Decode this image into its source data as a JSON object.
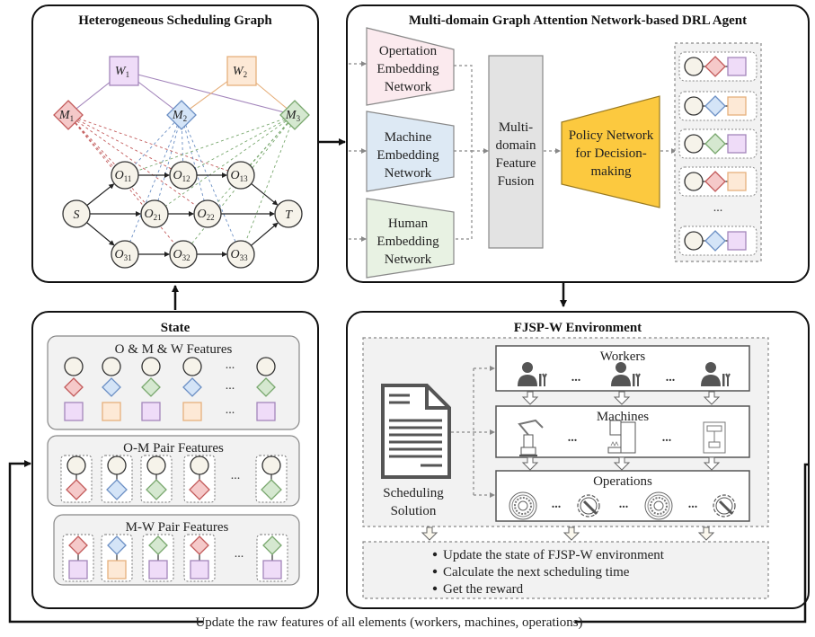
{
  "colors": {
    "operation_node_fill": "#f6f3ea",
    "machine1_fill": "#f5c9c9",
    "machine1_stroke": "#c25a5a",
    "machine2_fill": "#d4e4f7",
    "machine2_stroke": "#6b8fc4",
    "machine3_fill": "#d5e8d0",
    "machine3_stroke": "#79a86e",
    "worker1_fill": "#efdcf8",
    "worker1_stroke": "#a385bb",
    "worker2_fill": "#fde9d6",
    "worker2_stroke": "#e6b07c",
    "op_embed_fill": "#fbeaee",
    "mach_embed_fill": "#dde9f4",
    "human_embed_fill": "#e8f2e3",
    "fusion_fill": "#e3e3e3",
    "policy_fill": "#fcc93f",
    "panel_fill": "#f2f2f2"
  },
  "graph_panel": {
    "title": "Heterogeneous Scheduling Graph",
    "workers": [
      {
        "id": "W",
        "sub": "1"
      },
      {
        "id": "W",
        "sub": "2"
      }
    ],
    "machines": [
      {
        "id": "M",
        "sub": "1"
      },
      {
        "id": "M",
        "sub": "2"
      },
      {
        "id": "M",
        "sub": "3"
      }
    ],
    "start": "S",
    "end": "T",
    "operations": [
      {
        "id": "O",
        "sub": "11"
      },
      {
        "id": "O",
        "sub": "12"
      },
      {
        "id": "O",
        "sub": "13"
      },
      {
        "id": "O",
        "sub": "21"
      },
      {
        "id": "O",
        "sub": "22"
      },
      {
        "id": "O",
        "sub": "31"
      },
      {
        "id": "O",
        "sub": "32"
      },
      {
        "id": "O",
        "sub": "33"
      }
    ]
  },
  "agent_panel": {
    "title": "Multi-domain Graph Attention Network-based DRL Agent",
    "op_embedding": [
      "Opertation",
      "Embedding",
      "Network"
    ],
    "machine_embedding": [
      "Machine",
      "Embedding",
      "Network"
    ],
    "human_embedding": [
      "Human",
      "Embedding",
      "Network"
    ],
    "fusion": [
      "Multi-",
      "domain",
      "Feature",
      "Fusion"
    ],
    "policy": [
      "Policy Network",
      "for Decision-",
      "making"
    ],
    "action_ellipsis": "...",
    "actions": [
      {
        "machine": "M1",
        "worker": "W1"
      },
      {
        "machine": "M2",
        "worker": "W2"
      },
      {
        "machine": "M3",
        "worker": "W1"
      },
      {
        "machine": "M1",
        "worker": "W2"
      },
      {
        "machine": "M2",
        "worker": "W1"
      }
    ]
  },
  "state_panel": {
    "title": "State",
    "omw_title": "O & M & W Features",
    "om_title": "O-M Pair Features",
    "mw_title": "M-W Pair Features",
    "ellipsis": "...",
    "omw_machines": [
      "M1",
      "M2",
      "M3",
      "M2",
      "M3"
    ],
    "omw_workers": [
      "W1",
      "W2",
      "W1",
      "W2",
      "W1"
    ],
    "om_pairs": [
      "M1",
      "M2",
      "M3",
      "M1",
      "M3"
    ],
    "mw_pairs": [
      {
        "machine": "M1",
        "worker": "W1"
      },
      {
        "machine": "M2",
        "worker": "W2"
      },
      {
        "machine": "M3",
        "worker": "W1"
      },
      {
        "machine": "M1",
        "worker": "W1"
      },
      {
        "machine": "M3",
        "worker": "W1"
      }
    ]
  },
  "env_panel": {
    "title": "FJSP-W Environment",
    "solution_label": [
      "Scheduling",
      "Solution"
    ],
    "workers_title": "Workers",
    "machines_title": "Machines",
    "operations_title": "Operations",
    "ellipsis": "...",
    "bullets": [
      "Update the state of FJSP-W environment",
      "Calculate the next scheduling time",
      "Get the reward"
    ]
  },
  "feedback_label": "Update the raw features of all elements (workers, machines, operations)"
}
